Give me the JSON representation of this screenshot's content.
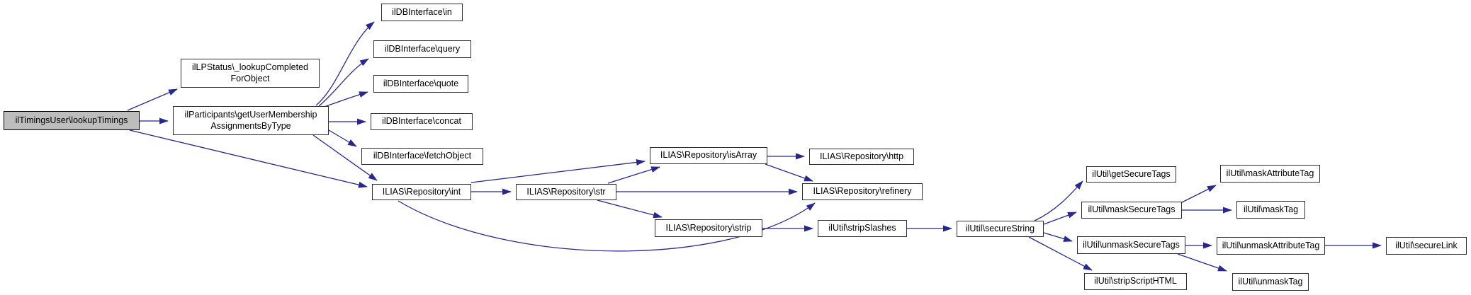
{
  "diagram": {
    "type": "call-graph",
    "root": "ilTimingsUser\\lookupTimings",
    "colors": {
      "edge": "#28288c",
      "node_border": "#2f2f2f",
      "node_fill": "#ffffff",
      "root_fill": "#bdbdbd",
      "text": "#000000",
      "background": "#ffffff"
    },
    "nodes": [
      {
        "id": "lookupTimings",
        "label": "ilTimingsUser\\lookupTimings",
        "root": true
      },
      {
        "id": "lookupCompletedForObject",
        "label": "ilLPStatus\\_lookupCompleted\nForObject"
      },
      {
        "id": "getUserMembership",
        "label": "ilParticipants\\getUserMembership\nAssignmentsByType"
      },
      {
        "id": "db-in",
        "label": "ilDBInterface\\in"
      },
      {
        "id": "db-query",
        "label": "ilDBInterface\\query"
      },
      {
        "id": "db-quote",
        "label": "ilDBInterface\\quote"
      },
      {
        "id": "db-concat",
        "label": "ilDBInterface\\concat"
      },
      {
        "id": "db-fetchObject",
        "label": "ilDBInterface\\fetchObject"
      },
      {
        "id": "repo-int",
        "label": "ILIAS\\Repository\\int"
      },
      {
        "id": "repo-str",
        "label": "ILIAS\\Repository\\str"
      },
      {
        "id": "repo-isArray",
        "label": "ILIAS\\Repository\\isArray"
      },
      {
        "id": "repo-http",
        "label": "ILIAS\\Repository\\http"
      },
      {
        "id": "repo-refinery",
        "label": "ILIAS\\Repository\\refinery"
      },
      {
        "id": "repo-strip",
        "label": "ILIAS\\Repository\\strip"
      },
      {
        "id": "stripSlashes",
        "label": "ilUtil\\stripSlashes"
      },
      {
        "id": "secureString",
        "label": "ilUtil\\secureString"
      },
      {
        "id": "getSecureTags",
        "label": "ilUtil\\getSecureTags"
      },
      {
        "id": "maskSecureTags",
        "label": "ilUtil\\maskSecureTags"
      },
      {
        "id": "unmaskSecureTags",
        "label": "ilUtil\\unmaskSecureTags"
      },
      {
        "id": "stripScriptHTML",
        "label": "ilUtil\\stripScriptHTML"
      },
      {
        "id": "maskAttributeTag",
        "label": "ilUtil\\maskAttributeTag"
      },
      {
        "id": "maskTag",
        "label": "ilUtil\\maskTag"
      },
      {
        "id": "unmaskAttributeTag",
        "label": "ilUtil\\unmaskAttributeTag"
      },
      {
        "id": "unmaskTag",
        "label": "ilUtil\\unmaskTag"
      },
      {
        "id": "secureLink",
        "label": "ilUtil\\secureLink"
      }
    ],
    "edges": [
      {
        "from": "lookupTimings",
        "to": "lookupCompletedForObject"
      },
      {
        "from": "lookupTimings",
        "to": "getUserMembership"
      },
      {
        "from": "lookupTimings",
        "to": "repo-int"
      },
      {
        "from": "getUserMembership",
        "to": "db-in"
      },
      {
        "from": "getUserMembership",
        "to": "db-query"
      },
      {
        "from": "getUserMembership",
        "to": "db-quote"
      },
      {
        "from": "getUserMembership",
        "to": "db-concat"
      },
      {
        "from": "getUserMembership",
        "to": "db-fetchObject"
      },
      {
        "from": "getUserMembership",
        "to": "repo-int"
      },
      {
        "from": "repo-int",
        "to": "repo-str"
      },
      {
        "from": "repo-int",
        "to": "repo-isArray"
      },
      {
        "from": "repo-int",
        "to": "repo-refinery"
      },
      {
        "from": "repo-str",
        "to": "repo-isArray"
      },
      {
        "from": "repo-str",
        "to": "repo-refinery"
      },
      {
        "from": "repo-str",
        "to": "repo-strip"
      },
      {
        "from": "repo-isArray",
        "to": "repo-http"
      },
      {
        "from": "repo-isArray",
        "to": "repo-refinery"
      },
      {
        "from": "repo-strip",
        "to": "stripSlashes"
      },
      {
        "from": "stripSlashes",
        "to": "secureString"
      },
      {
        "from": "secureString",
        "to": "getSecureTags"
      },
      {
        "from": "secureString",
        "to": "maskSecureTags"
      },
      {
        "from": "secureString",
        "to": "unmaskSecureTags"
      },
      {
        "from": "secureString",
        "to": "stripScriptHTML"
      },
      {
        "from": "maskSecureTags",
        "to": "maskAttributeTag"
      },
      {
        "from": "maskSecureTags",
        "to": "maskTag"
      },
      {
        "from": "unmaskSecureTags",
        "to": "unmaskAttributeTag"
      },
      {
        "from": "unmaskSecureTags",
        "to": "unmaskTag"
      },
      {
        "from": "unmaskAttributeTag",
        "to": "secureLink"
      }
    ]
  }
}
